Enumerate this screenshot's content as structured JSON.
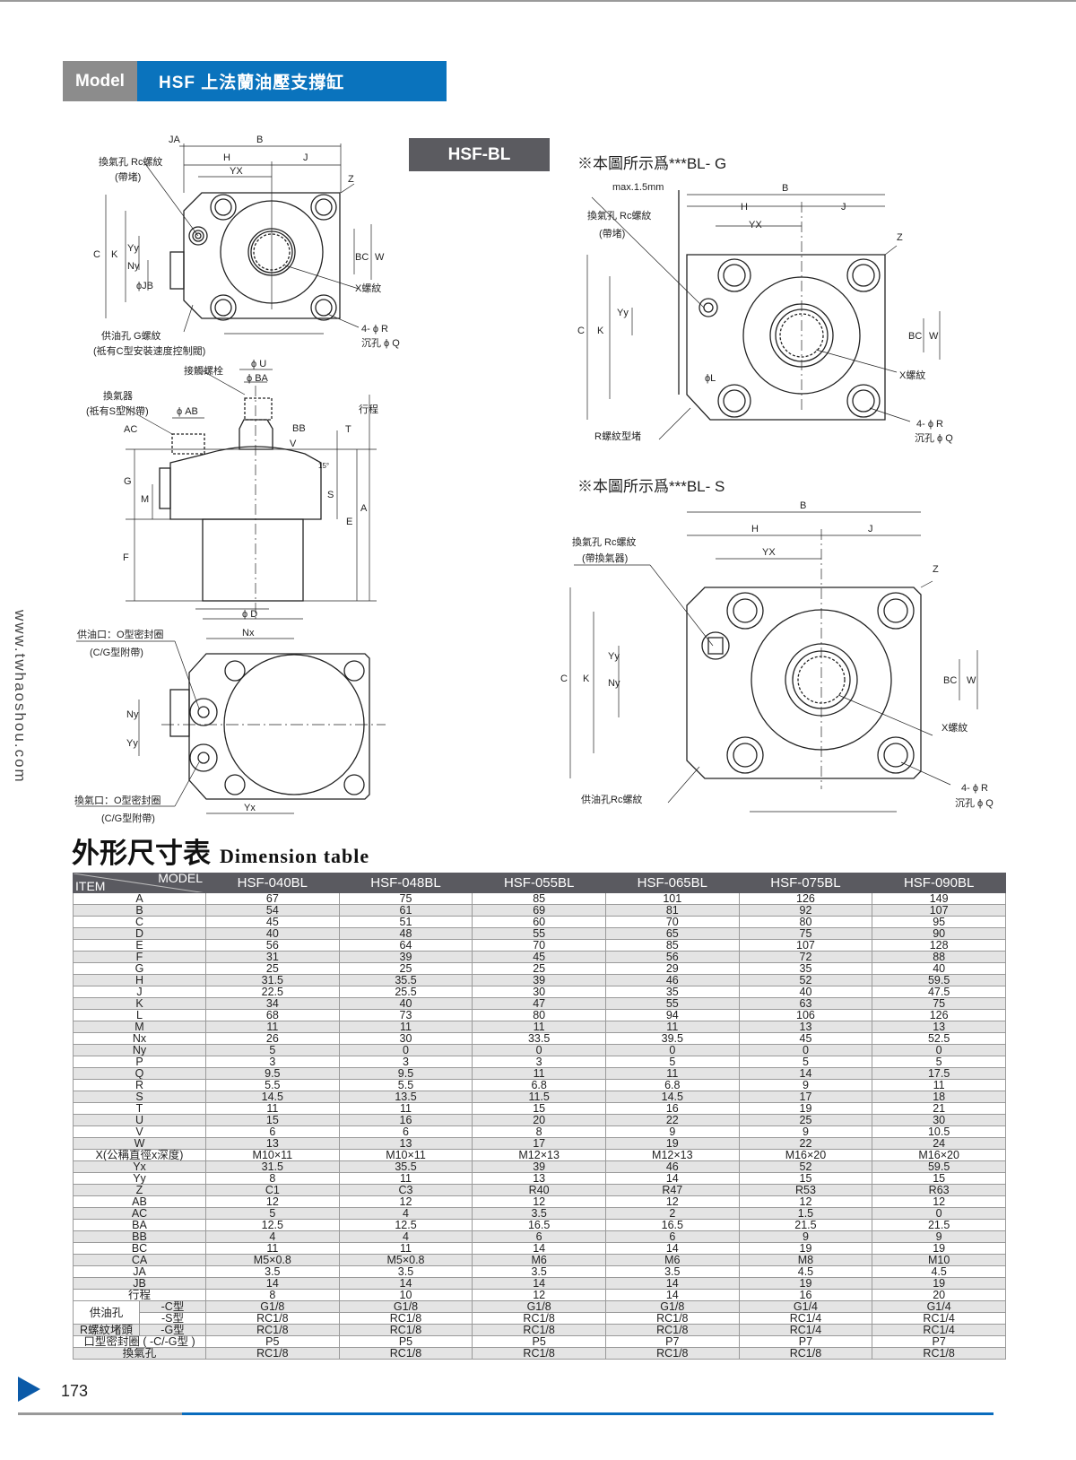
{
  "colors": {
    "brand_blue": "#0a73bd",
    "header_gray": "#8c8c8c",
    "table_header": "#5a5a60"
  },
  "header": {
    "model_label": "Model",
    "title": "HSF 上法蘭油壓支撐缸"
  },
  "variant_label": "HSF-BL",
  "side_text": "www.twhaoshou.com",
  "drawings": {
    "top_view": {
      "ja": "JA",
      "b": "B",
      "h": "H",
      "j": "J",
      "yx": "YX",
      "z": "Z",
      "vent": "換氣孔 Rc螺紋",
      "vent_sub": "(帶堵)",
      "c": "C",
      "k": "K",
      "yy": "Yy",
      "ny": "Ny",
      "jb": "ϕJB",
      "bc": "BC",
      "w": "W",
      "x": "X螺紋",
      "r": "4- ϕ R",
      "q": "沉孔 ϕ Q",
      "supply": "供油孔 G螺紋",
      "supply_sub": "(祗有C型安裝速度控制閥)"
    },
    "side_view": {
      "u": "ϕ U",
      "ba": "ϕ BA",
      "bolt": "接觸螺栓",
      "breather": "換氣器",
      "breather_sub": "(祗有S型附帶)",
      "ab": "ϕ AB",
      "ac": "AC",
      "bb": "BB",
      "v": "V",
      "stroke": "行程",
      "t": "T",
      "g": "G",
      "m": "M",
      "s": "S",
      "a": "A",
      "e": "E",
      "f": "F",
      "angle": "15°",
      "d": "ϕ D"
    },
    "bottom_view": {
      "nx": "Nx",
      "ny": "Ny",
      "yy": "Yy",
      "yx": "Yx",
      "supply": "供油口：O型密封圈",
      "supply_sub": "(C/G型附帶)",
      "vent": "換氣口：O型密封圈",
      "vent_sub": "(C/G型附帶)"
    },
    "g_view": {
      "title": "※本圖所示爲***BL- G",
      "max": "max.1.5mm",
      "b": "B",
      "h": "H",
      "j": "J",
      "yx": "YX",
      "z": "Z",
      "vent": "換氣孔 Rc螺紋",
      "vent_sub": "(帶堵)",
      "c": "C",
      "k": "K",
      "yy": "Yy",
      "bc": "BC",
      "w": "W",
      "l": "ϕL",
      "x": "X螺紋",
      "r": "4- ϕ R",
      "q": "沉孔 ϕ Q",
      "plug": "R螺紋型堵"
    },
    "s_view": {
      "title": "※本圖所示爲***BL- S",
      "b": "B",
      "h": "H",
      "j": "J",
      "yx": "YX",
      "z": "Z",
      "vent": "換氣孔 Rc螺紋",
      "vent_sub": "(帶換氣器)",
      "c": "C",
      "k": "K",
      "yy": "Yy",
      "ny": "Ny",
      "bc": "BC",
      "w": "W",
      "x": "X螺紋",
      "r": "4- ϕ R",
      "q": "沉孔 ϕ Q",
      "supply": "供油孔Rc螺紋"
    }
  },
  "dimension_table": {
    "title_zh": "外形尺寸表",
    "title_en": "Dimension table",
    "corner_model": "MODEL",
    "corner_item": "ITEM",
    "models": [
      "HSF-040BL",
      "HSF-048BL",
      "HSF-055BL",
      "HSF-065BL",
      "HSF-075BL",
      "HSF-090BL"
    ],
    "rows": [
      {
        "item": "A",
        "values": [
          "67",
          "75",
          "85",
          "101",
          "126",
          "149"
        ]
      },
      {
        "item": "B",
        "values": [
          "54",
          "61",
          "69",
          "81",
          "92",
          "107"
        ]
      },
      {
        "item": "C",
        "values": [
          "45",
          "51",
          "60",
          "70",
          "80",
          "95"
        ]
      },
      {
        "item": "D",
        "values": [
          "40",
          "48",
          "55",
          "65",
          "75",
          "90"
        ]
      },
      {
        "item": "E",
        "values": [
          "56",
          "64",
          "70",
          "85",
          "107",
          "128"
        ]
      },
      {
        "item": "F",
        "values": [
          "31",
          "39",
          "45",
          "56",
          "72",
          "88"
        ]
      },
      {
        "item": "G",
        "values": [
          "25",
          "25",
          "25",
          "29",
          "35",
          "40"
        ]
      },
      {
        "item": "H",
        "values": [
          "31.5",
          "35.5",
          "39",
          "46",
          "52",
          "59.5"
        ]
      },
      {
        "item": "J",
        "values": [
          "22.5",
          "25.5",
          "30",
          "35",
          "40",
          "47.5"
        ]
      },
      {
        "item": "K",
        "values": [
          "34",
          "40",
          "47",
          "55",
          "63",
          "75"
        ]
      },
      {
        "item": "L",
        "values": [
          "68",
          "73",
          "80",
          "94",
          "106",
          "126"
        ]
      },
      {
        "item": "M",
        "values": [
          "11",
          "11",
          "11",
          "11",
          "13",
          "13"
        ]
      },
      {
        "item": "Nx",
        "values": [
          "26",
          "30",
          "33.5",
          "39.5",
          "45",
          "52.5"
        ]
      },
      {
        "item": "Ny",
        "values": [
          "5",
          "0",
          "0",
          "0",
          "0",
          "0"
        ]
      },
      {
        "item": "P",
        "values": [
          "3",
          "3",
          "3",
          "5",
          "5",
          "5"
        ]
      },
      {
        "item": "Q",
        "values": [
          "9.5",
          "9.5",
          "11",
          "11",
          "14",
          "17.5"
        ]
      },
      {
        "item": "R",
        "values": [
          "5.5",
          "5.5",
          "6.8",
          "6.8",
          "9",
          "11"
        ]
      },
      {
        "item": "S",
        "values": [
          "14.5",
          "13.5",
          "11.5",
          "14.5",
          "17",
          "18"
        ]
      },
      {
        "item": "T",
        "values": [
          "11",
          "11",
          "15",
          "16",
          "19",
          "21"
        ]
      },
      {
        "item": "U",
        "values": [
          "15",
          "16",
          "20",
          "22",
          "25",
          "30"
        ]
      },
      {
        "item": "V",
        "values": [
          "6",
          "6",
          "8",
          "9",
          "9",
          "10.5"
        ]
      },
      {
        "item": "W",
        "values": [
          "13",
          "13",
          "17",
          "19",
          "22",
          "24"
        ]
      },
      {
        "item": "X(公稱直徑x深度)",
        "values": [
          "M10×11",
          "M10×11",
          "M12×13",
          "M12×13",
          "M16×20",
          "M16×20"
        ]
      },
      {
        "item": "Yx",
        "values": [
          "31.5",
          "35.5",
          "39",
          "46",
          "52",
          "59.5"
        ]
      },
      {
        "item": "Yy",
        "values": [
          "8",
          "11",
          "13",
          "14",
          "15",
          "15"
        ]
      },
      {
        "item": "Z",
        "values": [
          "C1",
          "C3",
          "R40",
          "R47",
          "R53",
          "R63"
        ]
      },
      {
        "item": "AB",
        "values": [
          "12",
          "12",
          "12",
          "12",
          "12",
          "12"
        ]
      },
      {
        "item": "AC",
        "values": [
          "5",
          "4",
          "3.5",
          "2",
          "1.5",
          "0"
        ]
      },
      {
        "item": "BA",
        "values": [
          "12.5",
          "12.5",
          "16.5",
          "16.5",
          "21.5",
          "21.5"
        ]
      },
      {
        "item": "BB",
        "values": [
          "4",
          "4",
          "6",
          "6",
          "9",
          "9"
        ]
      },
      {
        "item": "BC",
        "values": [
          "11",
          "11",
          "14",
          "14",
          "19",
          "19"
        ]
      },
      {
        "item": "CA",
        "values": [
          "M5×0.8",
          "M5×0.8",
          "M6",
          "M6",
          "M8",
          "M10"
        ]
      },
      {
        "item": "JA",
        "values": [
          "3.5",
          "3.5",
          "3.5",
          "3.5",
          "4.5",
          "4.5"
        ]
      },
      {
        "item": "JB",
        "values": [
          "14",
          "14",
          "14",
          "14",
          "19",
          "19"
        ]
      },
      {
        "item": "行程",
        "values": [
          "8",
          "10",
          "12",
          "14",
          "16",
          "20"
        ]
      }
    ],
    "port_rows": [
      {
        "group": "供油孔",
        "sub": "-C型",
        "values": [
          "G1/8",
          "G1/8",
          "G1/8",
          "G1/8",
          "G1/4",
          "G1/4"
        ]
      },
      {
        "group": "",
        "sub": "-S型",
        "values": [
          "RC1/8",
          "RC1/8",
          "RC1/8",
          "RC1/8",
          "RC1/4",
          "RC1/4"
        ]
      },
      {
        "group": "R螺紋堵頭",
        "sub": "-G型",
        "values": [
          "RC1/8",
          "RC1/8",
          "RC1/8",
          "RC1/8",
          "RC1/4",
          "RC1/4"
        ]
      },
      {
        "item": "口型密封圈 ( -C/-G型 )",
        "values": [
          "P5",
          "P5",
          "P5",
          "P7",
          "P7",
          "P7"
        ]
      },
      {
        "item": "換氣孔",
        "values": [
          "RC1/8",
          "RC1/8",
          "RC1/8",
          "RC1/8",
          "RC1/8",
          "RC1/8"
        ]
      }
    ]
  },
  "footer": {
    "page_number": "173"
  }
}
